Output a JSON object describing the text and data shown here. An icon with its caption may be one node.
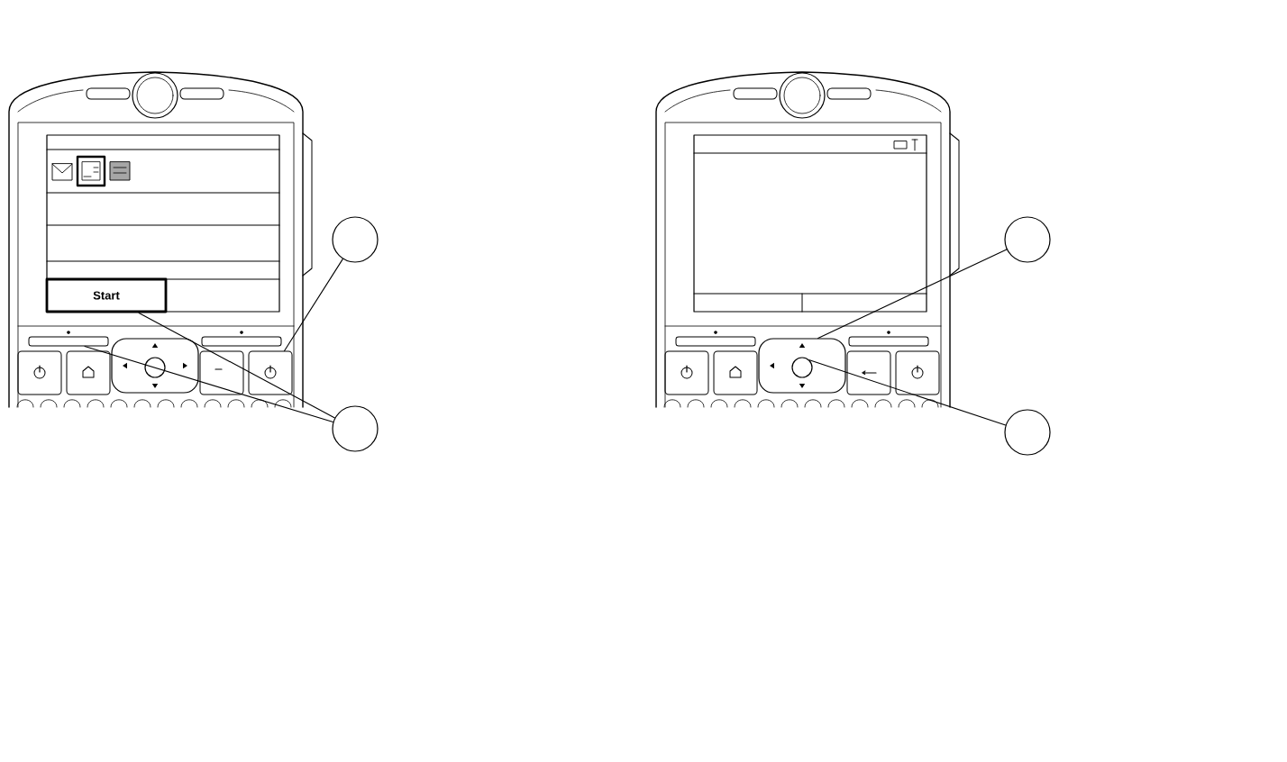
{
  "diagram": {
    "nodes": [
      {
        "text": [],
        "shape": "circle"
      },
      {
        "text": [],
        "shape": "circle"
      },
      {
        "text": [],
        "shape": "box"
      },
      {
        "text": [
          "Start"
        ]
      },
      {
        "text": [],
        "shape": "bar"
      },
      {
        "text": [],
        "shape": "circle"
      },
      {
        "text": [],
        "shape": "circle"
      },
      {
        "text": [],
        "shape": "box"
      },
      {
        "text": [],
        "shape": "circle",
        "in": 7
      }
    ],
    "edges": [
      {
        "from": 0,
        "to": 2,
        "arrow": "none"
      },
      {
        "from": 1,
        "to": 3,
        "arrow": "none"
      },
      {
        "from": 1,
        "to": 4,
        "arrow": "none"
      },
      {
        "from": 5,
        "to": 7,
        "arrow": "none"
      },
      {
        "from": 6,
        "to": 8,
        "arrow": "none"
      }
    ]
  }
}
